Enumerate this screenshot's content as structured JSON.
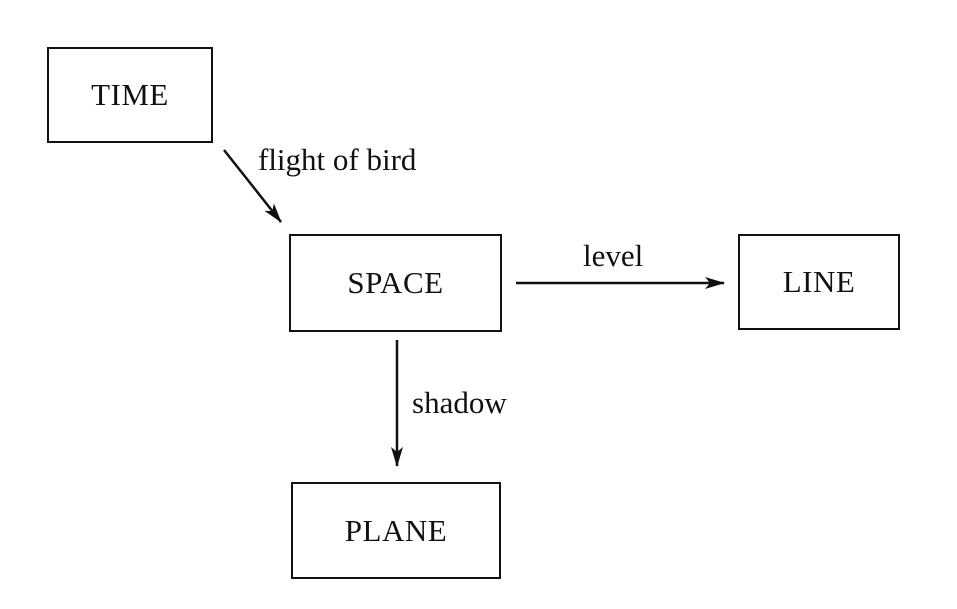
{
  "nodes": {
    "time": "TIME",
    "space": "SPACE",
    "line": "LINE",
    "plane": "PLANE"
  },
  "edges": {
    "time_to_space": "flight of bird",
    "space_to_line": "level",
    "space_to_plane": "shadow"
  },
  "colors": {
    "stroke": "#111111",
    "background": "#ffffff"
  }
}
